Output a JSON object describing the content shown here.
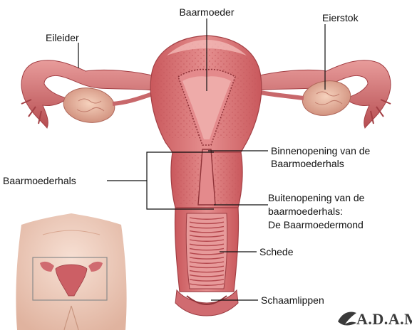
{
  "labels": {
    "baarmoeder": "Baarmoeder",
    "eileider": "Eileider",
    "eierstok": "Eierstok",
    "baarmoederhals": "Baarmoederhals",
    "binnenopening_line1": "Binnenopening van de",
    "binnenopening_line2": "Baarmoederhals",
    "buitenopening_line1": "Buitenopening van de",
    "buitenopening_line2": "baarmoederhals:",
    "buitenopening_line3": "De Baarmoedermond",
    "schede": "Schede",
    "schaamlippen": "Schaamlippen"
  },
  "brand": {
    "name": "A.D.A.M."
  },
  "colors": {
    "tissue": "#d9787a",
    "tissue_dark": "#b4454a",
    "tissue_light": "#eda6a4",
    "ovary": "#e9b7a0",
    "skin": "#f1d3c4"
  }
}
